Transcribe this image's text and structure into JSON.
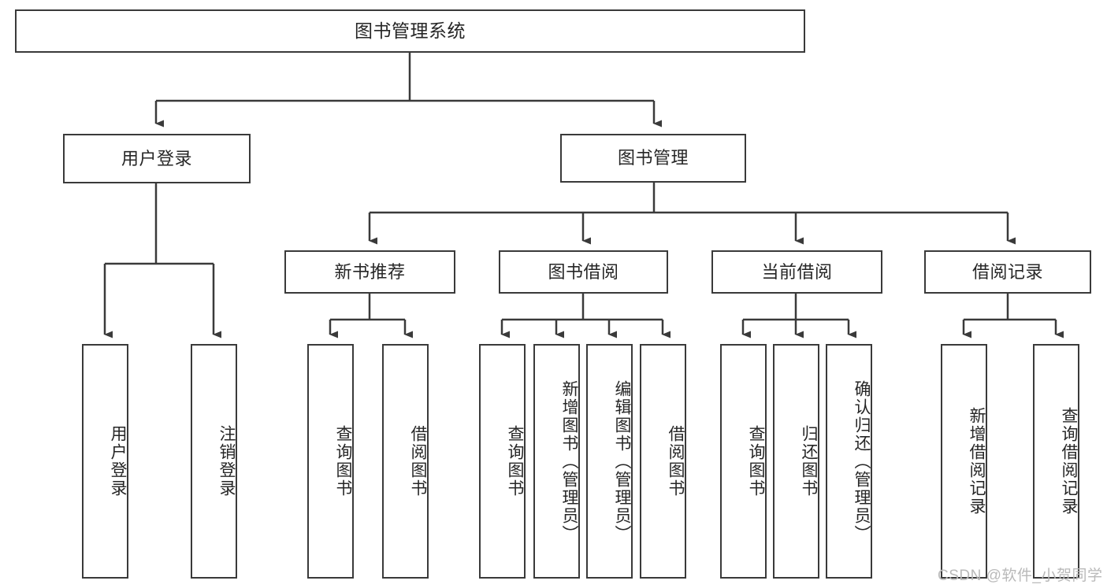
{
  "diagram": {
    "title": "图书管理系统",
    "type": "tree",
    "watermark": "CSDN @软件_小贺同学",
    "colors": {
      "stroke": "#3a3a3a",
      "fill": "#ffffff",
      "text": "#262626",
      "watermark": "#b9b9b9",
      "background": "#ffffff"
    },
    "levels": {
      "root": [
        "图书管理系统"
      ],
      "level2": [
        "用户登录",
        "图书管理"
      ],
      "level3": [
        "新书推荐",
        "图书借阅",
        "当前借阅",
        "借阅记录"
      ],
      "level4": [
        "用户登录",
        "注销登录",
        "查询图书",
        "借阅图书",
        "查询图书",
        "新增图书（管理员）",
        "编辑图书（管理员）",
        "借阅图书",
        "查询图书",
        "归还图书",
        "确认归还（管理员）",
        "新增借阅记录",
        "查询借阅记录"
      ]
    },
    "nodes": {
      "root": {
        "label": "图书管理系统"
      },
      "user_login": {
        "label": "用户登录"
      },
      "book_manage": {
        "label": "图书管理"
      },
      "new_book_rec": {
        "label": "新书推荐"
      },
      "book_borrow": {
        "label": "图书借阅"
      },
      "current_borrow": {
        "label": "当前借阅"
      },
      "borrow_record": {
        "label": "借阅记录"
      },
      "leaf_user_login": {
        "label": "用户登录"
      },
      "leaf_logout": {
        "label": "注销登录"
      },
      "leaf_query_book_1": {
        "label": "查询图书"
      },
      "leaf_borrow_book_1": {
        "label": "借阅图书"
      },
      "leaf_query_book_2": {
        "label": "查询图书"
      },
      "leaf_add_book": {
        "label": "新增图书（管理员）"
      },
      "leaf_edit_book": {
        "label": "编辑图书（管理员）"
      },
      "leaf_borrow_book_2": {
        "label": "借阅图书"
      },
      "leaf_query_book_3": {
        "label": "查询图书"
      },
      "leaf_return_book": {
        "label": "归还图书"
      },
      "leaf_confirm_return": {
        "label": "确认归还（管理员）"
      },
      "leaf_add_record": {
        "label": "新增借阅记录"
      },
      "leaf_query_record": {
        "label": "查询借阅记录"
      }
    },
    "edges": [
      {
        "from": "root",
        "to": "user_login"
      },
      {
        "from": "root",
        "to": "book_manage"
      },
      {
        "from": "user_login",
        "to": "leaf_user_login"
      },
      {
        "from": "user_login",
        "to": "leaf_logout"
      },
      {
        "from": "book_manage",
        "to": "new_book_rec"
      },
      {
        "from": "book_manage",
        "to": "book_borrow"
      },
      {
        "from": "book_manage",
        "to": "current_borrow"
      },
      {
        "from": "book_manage",
        "to": "borrow_record"
      },
      {
        "from": "new_book_rec",
        "to": "leaf_query_book_1"
      },
      {
        "from": "new_book_rec",
        "to": "leaf_borrow_book_1"
      },
      {
        "from": "book_borrow",
        "to": "leaf_query_book_2"
      },
      {
        "from": "book_borrow",
        "to": "leaf_add_book"
      },
      {
        "from": "book_borrow",
        "to": "leaf_edit_book"
      },
      {
        "from": "book_borrow",
        "to": "leaf_borrow_book_2"
      },
      {
        "from": "current_borrow",
        "to": "leaf_query_book_3"
      },
      {
        "from": "current_borrow",
        "to": "leaf_return_book"
      },
      {
        "from": "current_borrow",
        "to": "leaf_confirm_return"
      },
      {
        "from": "borrow_record",
        "to": "leaf_add_record"
      },
      {
        "from": "borrow_record",
        "to": "leaf_query_record"
      }
    ]
  }
}
